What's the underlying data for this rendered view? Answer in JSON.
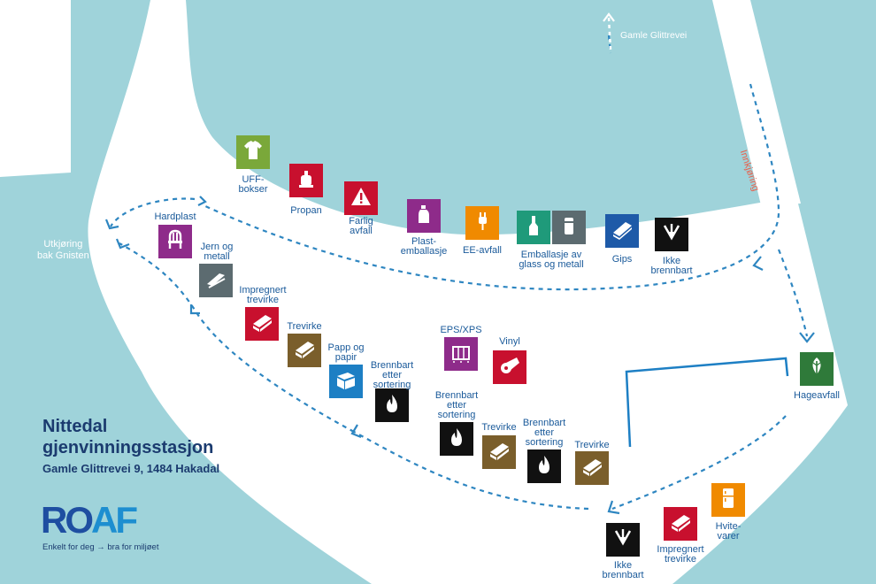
{
  "map": {
    "title_line1": "Nittedal",
    "title_line2": "gjenvinningsstasjon",
    "address": "Gamle Glittrevei 9, 1484 Hakadal",
    "road_top": "Gamle Glittrevei",
    "entry_label": "Innkjøring",
    "exit_label": "Utkjøring\nbak Gnisten",
    "logo_ro": "RO",
    "logo_af": "AF",
    "tagline": "Enkelt for deg → bra for miljøet"
  },
  "colors": {
    "water": "#9fd3da",
    "ground": "#ffffff",
    "route": "#2e86c1",
    "label": "#1a5a9a",
    "entry": "#e8604c",
    "title": "#1b3b6f"
  },
  "stations": [
    {
      "id": "uff",
      "label": "UFF-\nbokser",
      "color": "#7aa83a",
      "icon": "shirt-icon"
    },
    {
      "id": "propan",
      "label": "Propan",
      "color": "#c8102e",
      "icon": "gas-tank-icon"
    },
    {
      "id": "farlig",
      "label": "Farlig\navfall",
      "color": "#c8102e",
      "icon": "warning-icon"
    },
    {
      "id": "plast",
      "label": "Plast-\nemballasje",
      "color": "#8e2b8a",
      "icon": "bottle-icon"
    },
    {
      "id": "ee",
      "label": "EE-avfall",
      "color": "#f08a00",
      "icon": "plug-icon"
    },
    {
      "id": "glass1",
      "label": "",
      "color": "#1f9a7a",
      "icon": "glass-bottle-icon"
    },
    {
      "id": "glass2",
      "label": "Emballasje av\nglass og metall",
      "color": "#5c6b70",
      "icon": "can-icon"
    },
    {
      "id": "gips",
      "label": "Gips",
      "color": "#1e5aa8",
      "icon": "plasterboard-icon"
    },
    {
      "id": "ikke1",
      "label": "Ikke\nbrennbart",
      "color": "#111111",
      "icon": "non-combustible-icon"
    },
    {
      "id": "hardplast",
      "label": "Hardplast",
      "color": "#8e2b8a",
      "icon": "chair-icon"
    },
    {
      "id": "jern",
      "label": "Jern og\nmetall",
      "color": "#5c6b70",
      "icon": "metal-icon"
    },
    {
      "id": "impr1",
      "label": "Impregnert\ntrevirke",
      "color": "#c8102e",
      "icon": "treated-wood-icon"
    },
    {
      "id": "trevirke1",
      "label": "Trevirke",
      "color": "#7a5e2b",
      "icon": "wood-icon"
    },
    {
      "id": "papp",
      "label": "Papp og\npapir",
      "color": "#1d7fc4",
      "icon": "cardboard-icon"
    },
    {
      "id": "brenn1",
      "label": "Brennbart\netter\nsortering",
      "color": "#111111",
      "icon": "fire-icon"
    },
    {
      "id": "eps",
      "label": "EPS/XPS",
      "color": "#8e2b8a",
      "icon": "eps-box-icon"
    },
    {
      "id": "vinyl",
      "label": "Vinyl",
      "color": "#c8102e",
      "icon": "vinyl-roll-icon"
    },
    {
      "id": "brenn2",
      "label": "Brennbart\netter\nsortering",
      "color": "#111111",
      "icon": "fire-icon"
    },
    {
      "id": "trevirke2",
      "label": "Trevirke",
      "color": "#7a5e2b",
      "icon": "wood-icon"
    },
    {
      "id": "brenn3",
      "label": "Brennbart\netter\nsortering",
      "color": "#111111",
      "icon": "fire-icon"
    },
    {
      "id": "trevirke3",
      "label": "Trevirke",
      "color": "#7a5e2b",
      "icon": "wood-icon"
    },
    {
      "id": "hage",
      "label": "Hageavfall",
      "color": "#2f7a3a",
      "icon": "leaf-icon"
    },
    {
      "id": "ikke2",
      "label": "Ikke\nbrennbart",
      "color": "#111111",
      "icon": "non-combustible-icon"
    },
    {
      "id": "impr2",
      "label": "Impregnert\ntrevirke",
      "color": "#c8102e",
      "icon": "treated-wood-icon"
    },
    {
      "id": "hvite",
      "label": "Hvite-\nvarer",
      "color": "#f08a00",
      "icon": "fridge-icon"
    }
  ]
}
